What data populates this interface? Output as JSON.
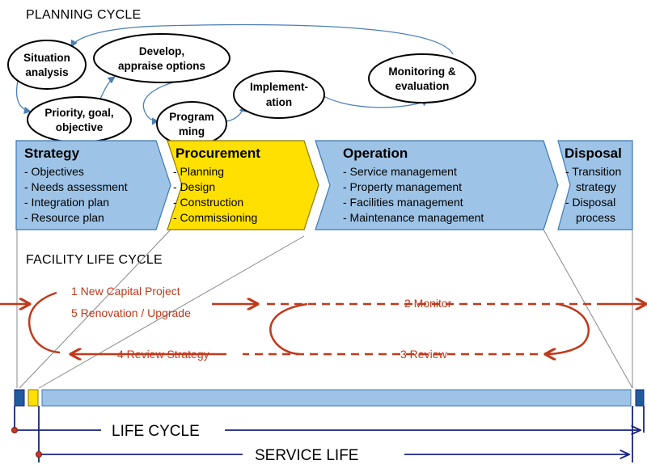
{
  "planning": {
    "title": "PLANNING CYCLE",
    "nodes": [
      {
        "id": "situation",
        "lines": [
          "Situation",
          "analysis"
        ]
      },
      {
        "id": "develop",
        "lines": [
          "Develop,",
          "appraise options"
        ]
      },
      {
        "id": "priority",
        "lines": [
          "Priority, goal,",
          "objective"
        ]
      },
      {
        "id": "programming",
        "lines": [
          "Program",
          "ming"
        ]
      },
      {
        "id": "implementation",
        "lines": [
          "Implement-",
          "ation"
        ]
      },
      {
        "id": "monitoring",
        "lines": [
          "Monitoring &",
          "evaluation"
        ]
      }
    ]
  },
  "phases": [
    {
      "id": "strategy",
      "title": "Strategy",
      "items": [
        "- Objectives",
        "- Needs assessment",
        "- Integration plan",
        "- Resource plan"
      ],
      "color": "#9dc3e6"
    },
    {
      "id": "procurement",
      "title": "Procurement",
      "items": [
        "- Planning",
        "- Design",
        "- Construction",
        "- Commissioning"
      ],
      "color": "#ffe000"
    },
    {
      "id": "operation",
      "title": "Operation",
      "items": [
        "- Service management",
        "- Property management",
        "- Facilities management",
        "- Maintenance management"
      ],
      "color": "#9dc3e6"
    },
    {
      "id": "disposal",
      "title": "Disposal",
      "items": [
        "- Transition",
        "  strategy",
        "- Disposal",
        "  process"
      ],
      "color": "#9dc3e6"
    }
  ],
  "facility": {
    "title": "FACILITY LIFE CYCLE",
    "flow_labels": {
      "new_capital": "1 New Capital Project",
      "renovation": "5 Renovation / Upgrade",
      "monitor": "2 Monitor",
      "review_strategy": "4 Review Strategy",
      "review": "3 Review"
    },
    "flow_color": "#c0391b"
  },
  "timeline": {
    "life_cycle": "LIFE CYCLE",
    "service_life": "SERVICE LIFE",
    "bar_colors": {
      "dark": "#1f5c9e",
      "yellow": "#ffe000",
      "light": "#9dc3e6"
    },
    "arrow_color": "#1a237e",
    "dot_color": "#c0392b"
  }
}
